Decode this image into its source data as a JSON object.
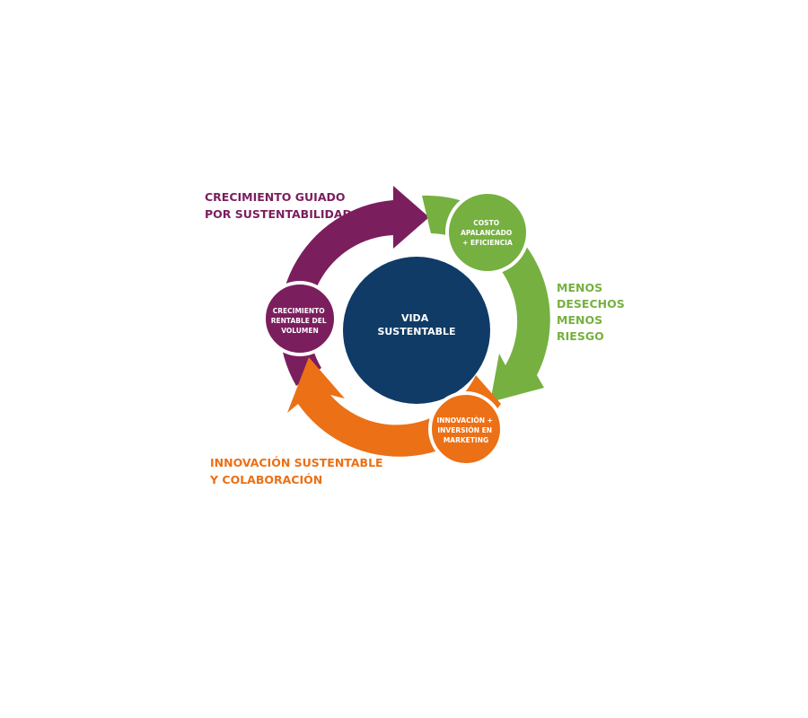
{
  "center": {
    "lines": [
      "VIDA",
      "SUSTENTABLE"
    ],
    "color": "#0f3b66"
  },
  "colors": {
    "purple": "#7b1e5e",
    "green": "#76b041",
    "orange": "#ec7015"
  },
  "outer_labels": {
    "top_left": [
      "CRECIMIENTO GUIADO",
      "POR SUSTENTABILIDAD"
    ],
    "right": [
      "MENOS",
      "DESECHOS",
      "MENOS",
      "RIESGO"
    ],
    "bottom_left": [
      "INNOVACIÓN SUSTENTABLE",
      "Y COLABORACIÓN"
    ]
  },
  "nodes": {
    "green": [
      "COSTO",
      "APALANCADO",
      "+ EFICIENCIA"
    ],
    "purple": [
      "CRECIMIENTO",
      "RENTABLE DEL",
      "VOLUMEN"
    ],
    "orange": [
      "INNOVACIÓN +",
      "INVERSIÓN EN",
      "MARKETING"
    ]
  }
}
